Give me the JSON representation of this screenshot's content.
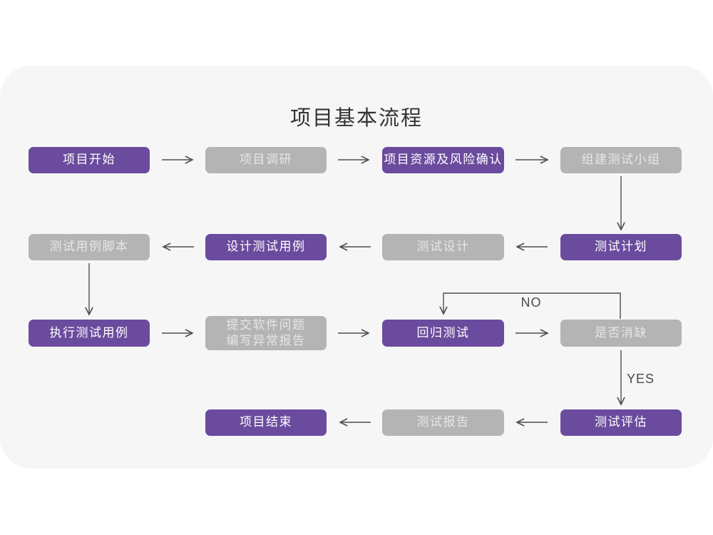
{
  "title": "项目基本流程",
  "colors": {
    "node_purple": "#6b4b9d",
    "node_gray": "#b4b4b4",
    "panel_background": "#f6f6f7",
    "arrow": "#4d4d4d"
  },
  "branch_labels": {
    "no": "NO",
    "yes": "YES"
  },
  "flow": {
    "nodes": [
      {
        "id": "project-start",
        "label": "项目开始",
        "variant": "purple"
      },
      {
        "id": "project-research",
        "label": "项目调研",
        "variant": "gray"
      },
      {
        "id": "resource-risk-confirm",
        "label": "项目资源及风险确认",
        "variant": "purple"
      },
      {
        "id": "build-test-team",
        "label": "组建测试小组",
        "variant": "gray"
      },
      {
        "id": "test-plan",
        "label": "测试计划",
        "variant": "purple"
      },
      {
        "id": "test-design",
        "label": "测试设计",
        "variant": "gray"
      },
      {
        "id": "design-test-cases",
        "label": "设计测试用例",
        "variant": "purple"
      },
      {
        "id": "test-case-script",
        "label": "测试用例脚本",
        "variant": "gray"
      },
      {
        "id": "execute-test-cases",
        "label": "执行测试用例",
        "variant": "purple"
      },
      {
        "id": "submit-issues-report",
        "label": "提交软件问题\n编写异常报告",
        "variant": "gray"
      },
      {
        "id": "regression-test",
        "label": "回归测试",
        "variant": "purple"
      },
      {
        "id": "defect-resolved",
        "label": "是否消缺",
        "variant": "gray"
      },
      {
        "id": "test-evaluation",
        "label": "测试评估",
        "variant": "purple"
      },
      {
        "id": "test-report",
        "label": "测试报告",
        "variant": "gray"
      },
      {
        "id": "project-end",
        "label": "项目结束",
        "variant": "purple"
      }
    ]
  }
}
